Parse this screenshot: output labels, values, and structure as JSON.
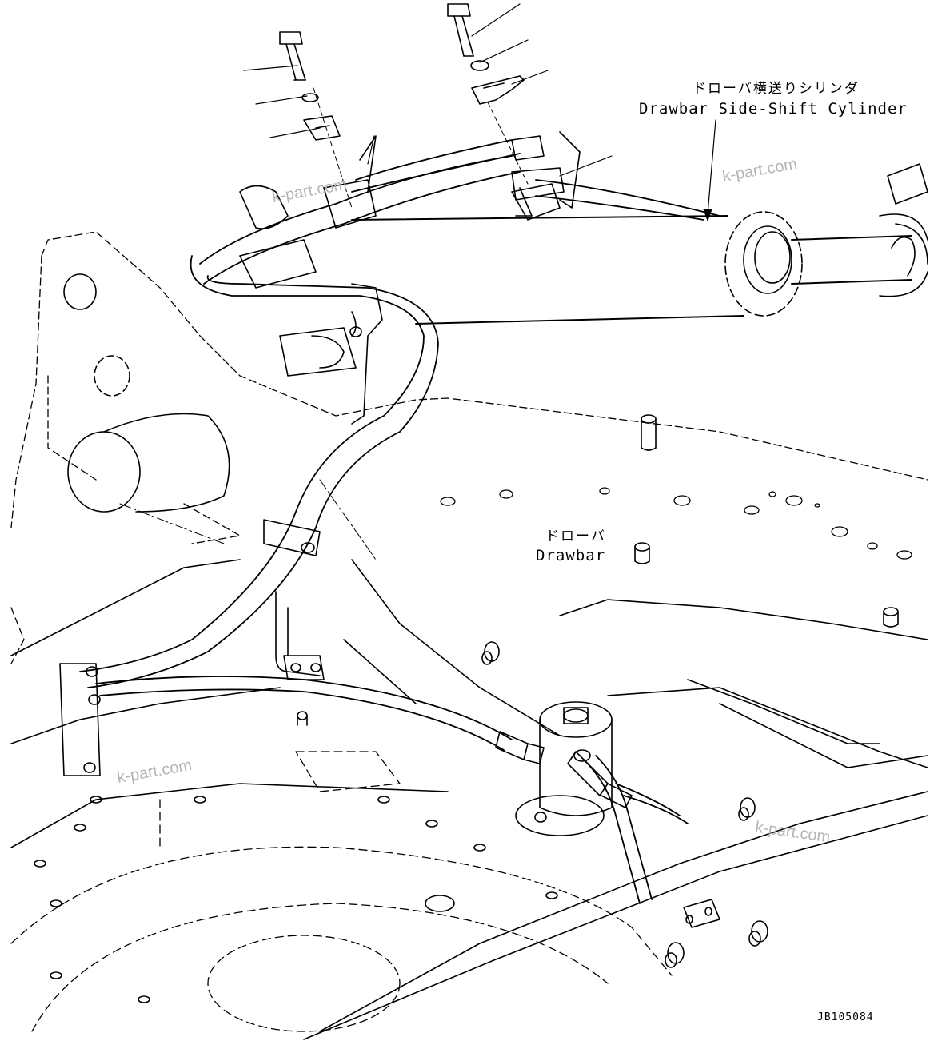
{
  "labels": {
    "cylinder_jp": "ドローバ横送りシリンダ",
    "cylinder_en": "Drawbar Side-Shift Cylinder",
    "drawbar_jp": "ドローバ",
    "drawbar_en": "Drawbar",
    "drawing_code": "JB105084"
  },
  "watermarks": [
    "k-part.com",
    "k-part.com",
    "k-part.com",
    "k-part.com"
  ],
  "colors": {
    "line": "#000000",
    "background": "#ffffff",
    "watermark": "#b5b5b5"
  }
}
